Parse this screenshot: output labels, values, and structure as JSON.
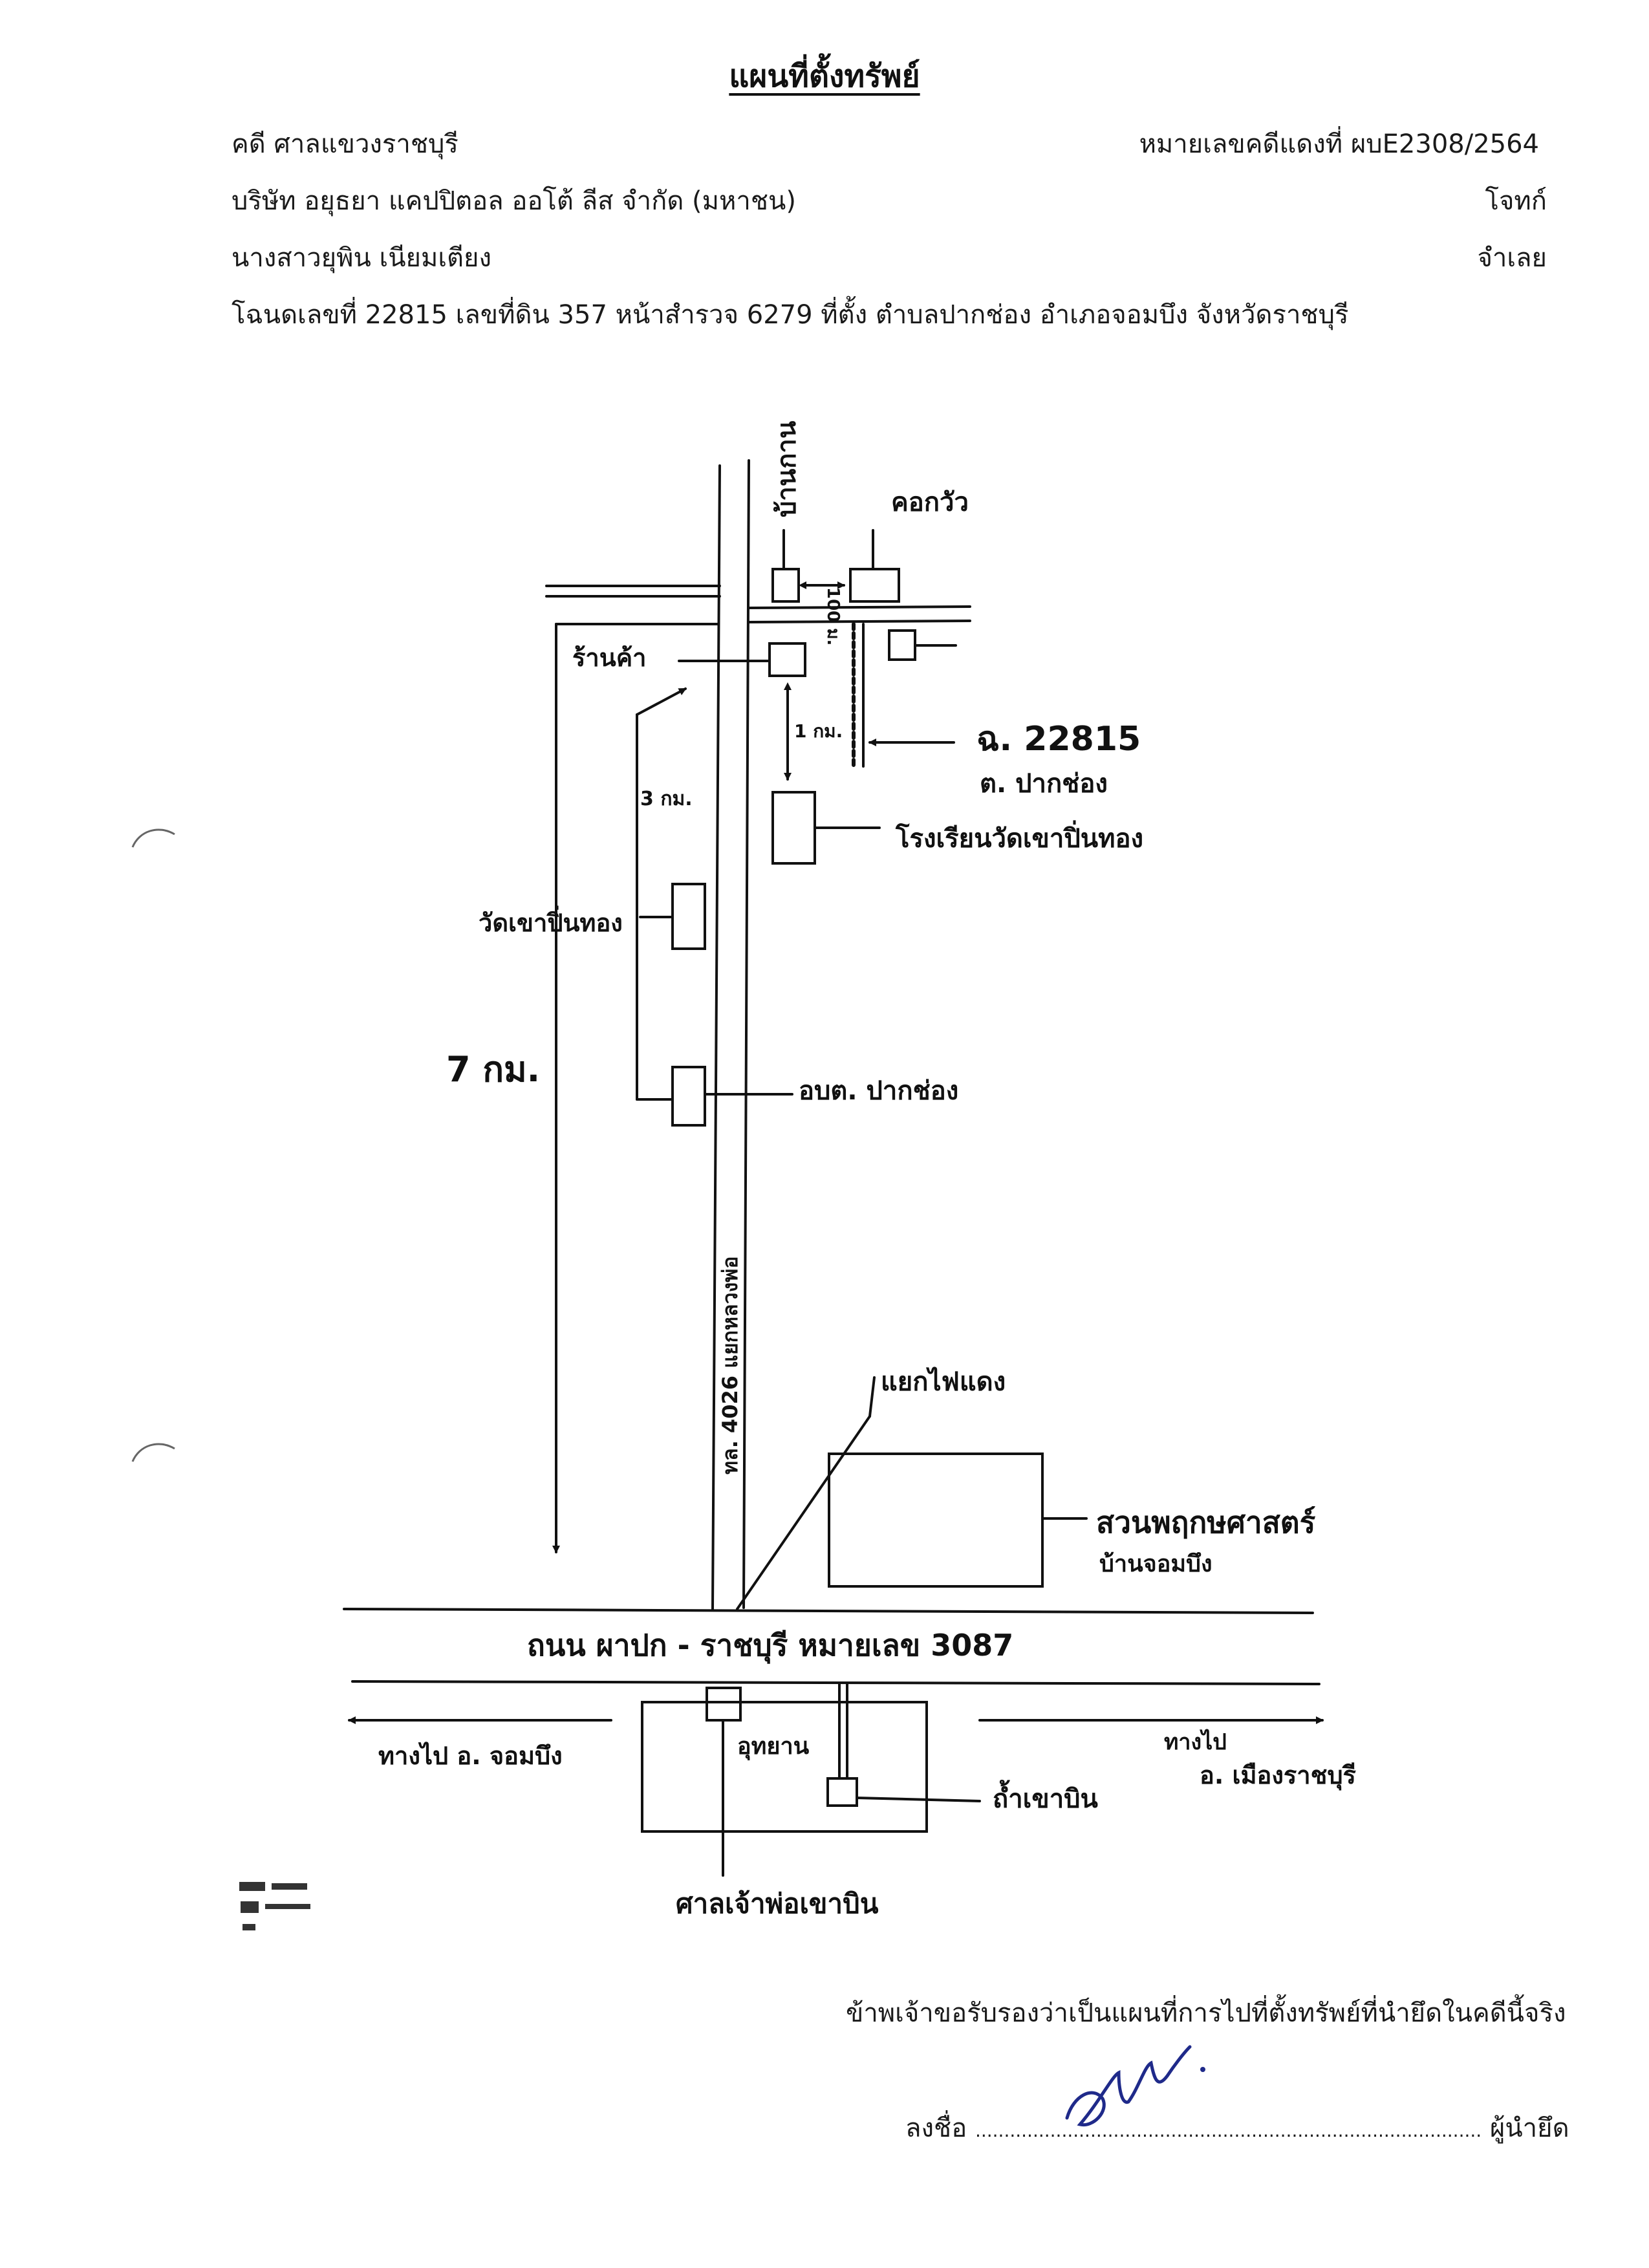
{
  "document": {
    "title": "แผนที่ตั้งทรัพย์",
    "court_line": "คดี ศาลแขวงราชบุรี",
    "case_number_line": "หมายเลขคดีแดงที่ ผบE2308/2564",
    "plaintiff_name": "บริษัท อยุธยา แคปปิตอล ออโต้ ลีส จำกัด (มหาชน)",
    "plaintiff_role": "โจทก์",
    "defendant_name": "นางสาวยุพิน เนียมเตียง",
    "defendant_role": "จำเลย",
    "deed_line": "โฉนดเลขที่ 22815 เลขที่ดิน 357 หน้าสำรวจ 6279 ที่ตั้ง ตำบลปากช่อง อำเภอจอมบึง จังหวัดราชบุรี"
  },
  "map": {
    "label_baan_kan": "บ้านกาน",
    "label_dist_100m": "100 ม.",
    "label_khok_wua": "คอกวัว",
    "label_shop": "ร้านค้า",
    "label_dist_1km": "1 กม.",
    "label_deed": "ฉ. 22815",
    "label_tambon": "ต. ปากช่อง",
    "label_school": "โรงเรียนวัดเขาปิ่นทอง",
    "label_dist_3km": "3 กม.",
    "label_temple": "วัดเขาปิ่นทอง",
    "label_dist_7km": "7 กม.",
    "label_sao": "อบต. ปากช่อง",
    "label_vertical_road": "ทล. 4026 แยกหลวงพ่อ",
    "label_traffic_light": "แยกไฟแดง",
    "label_park": "สวนพฤกษศาสตร์",
    "label_park_sub": "บ้านจอมบึง",
    "label_main_road": "ถนน ผาปก - ราชบุรี หมายเลข 3087",
    "label_to_jombueng": "ทางไป อ. จอมบึง",
    "label_to_muang": "ทางไป",
    "label_to_muang_sub": "อ. เมืองราชบุรี",
    "label_garden": "อุทยาน",
    "label_cave": "ถ้ำเขาบิน",
    "label_shrine": "ศาลเจ้าพ่อเขาบิน"
  },
  "certification": {
    "statement": "ข้าพเจ้าขอรับรองว่าเป็นแผนที่การไปที่ตั้งทรัพย์ที่นำยึดในคดีนี้จริง",
    "sign_prefix": "ลงชื่อ",
    "sign_dots": "........................................................................................",
    "sign_suffix": "ผู้นำยึด"
  }
}
